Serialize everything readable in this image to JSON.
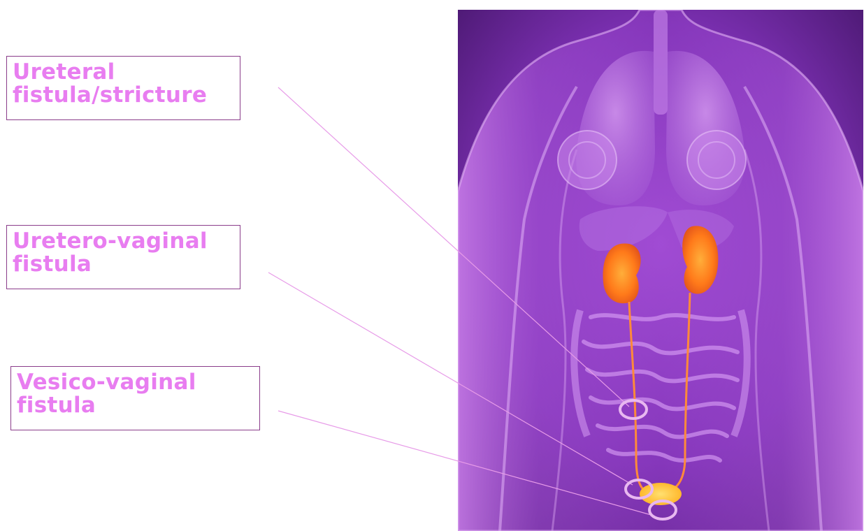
{
  "labels": {
    "ureteral": {
      "line1": "Ureteral",
      "line2": "fistula/stricture"
    },
    "uretero_vaginal": {
      "line1": "Uretero-vaginal",
      "line2": "fistula"
    },
    "vesico_vaginal": {
      "line1": "Vesico-vaginal",
      "line2": "fistula"
    }
  },
  "colors": {
    "label_text": "#e87df0",
    "label_border": "#8a3c8a",
    "leader_line": "#e79be8",
    "marker_ring": "#e8b8f0",
    "body_background": "#7a2fa8",
    "kidney": "#ff7a1a"
  }
}
